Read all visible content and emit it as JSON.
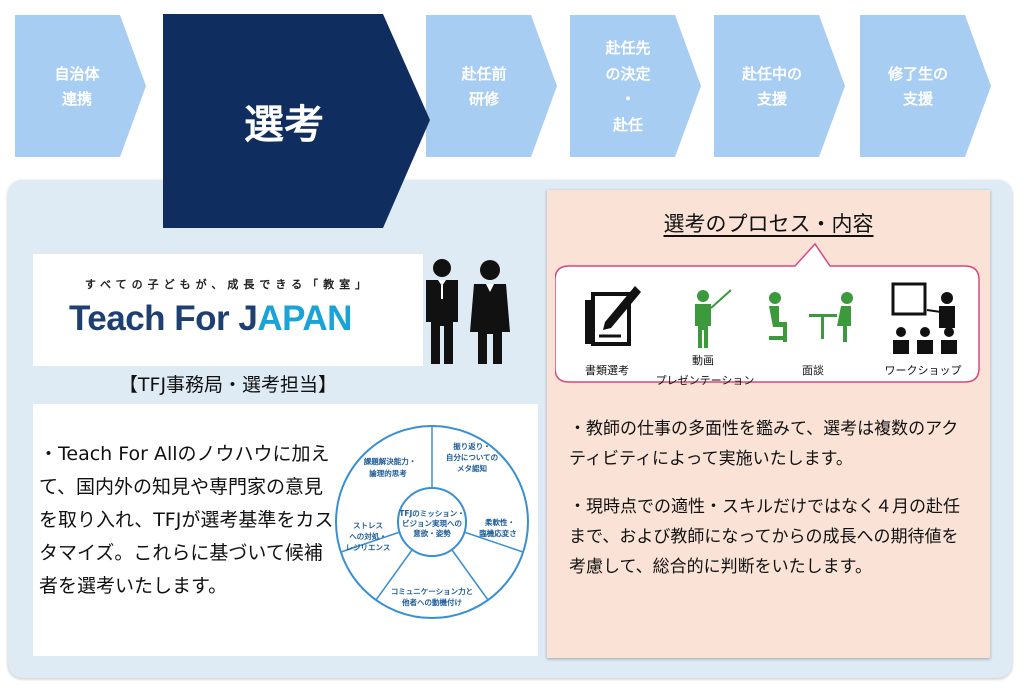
{
  "flow": {
    "steps": [
      {
        "lines": [
          "自治体",
          "連携"
        ]
      },
      {
        "lines": [
          "選考"
        ]
      },
      {
        "lines": [
          "赴任前",
          "研修"
        ]
      },
      {
        "lines": [
          "赴任先",
          "の決定",
          "・",
          "赴任"
        ]
      },
      {
        "lines": [
          "赴任中の",
          "支援"
        ]
      },
      {
        "lines": [
          "修了生の",
          "支援"
        ]
      }
    ],
    "active_index": 1,
    "colors": {
      "inactive": "#a8cdf3",
      "active": "#0f2d5e",
      "inactive_text": "#ffffff",
      "active_text": "#ffffff"
    }
  },
  "logo": {
    "tagline": "すべての子どもが、成長できる「教室」",
    "brand_text": "Teach For J",
    "brand_highlight": "APAN",
    "brand_color": "#1d3f72",
    "highlight_color": "#1aa3d8"
  },
  "left": {
    "role_label": "【TFJ事務局・選考担当】",
    "description": "・Teach For Allのノウハウに加えて、国内外の知見や専門家の意見を取り入れ、TFJが選考基準をカスタマイズ。これらに基づいて候補者を選考いたします。",
    "wheel": {
      "center": [
        "TFJのミッション・",
        "ビジョン実現への",
        "意欲・姿勢"
      ],
      "segments": [
        {
          "lines": [
            "振り返り・",
            "自分についての",
            "メタ認知"
          ]
        },
        {
          "lines": [
            "柔軟性・",
            "臨機応変さ"
          ]
        },
        {
          "lines": [
            "コミュニケーション力と",
            "他者への動機付け"
          ]
        },
        {
          "lines": [
            "ストレス",
            "への対処・",
            "レジリエンス"
          ]
        },
        {
          "lines": [
            "課題解決能力・",
            "論理的思考"
          ]
        }
      ],
      "color": "#3a8fd0"
    }
  },
  "right": {
    "title": "選考のプロセス・内容",
    "activities": [
      {
        "label": "書類選考",
        "icon": "document-icon"
      },
      {
        "label": "動画",
        "label2": "プレゼンテーション",
        "icon": "presenter-icon"
      },
      {
        "label": "面談",
        "icon": "interview-icon"
      },
      {
        "label": "ワークショップ",
        "icon": "workshop-icon"
      }
    ],
    "paragraphs": [
      "・教師の仕事の多面性を鑑みて、選考は複数のアクティビティによって実施いたします。",
      "・現時点での適性・スキルだけではなく４月の赴任まで、および教師になってからの成長への期待値を考慮して、総合的に判断をいたします。"
    ],
    "accent_green": "#3c9a3c",
    "bubble_border": "#d9497a"
  }
}
